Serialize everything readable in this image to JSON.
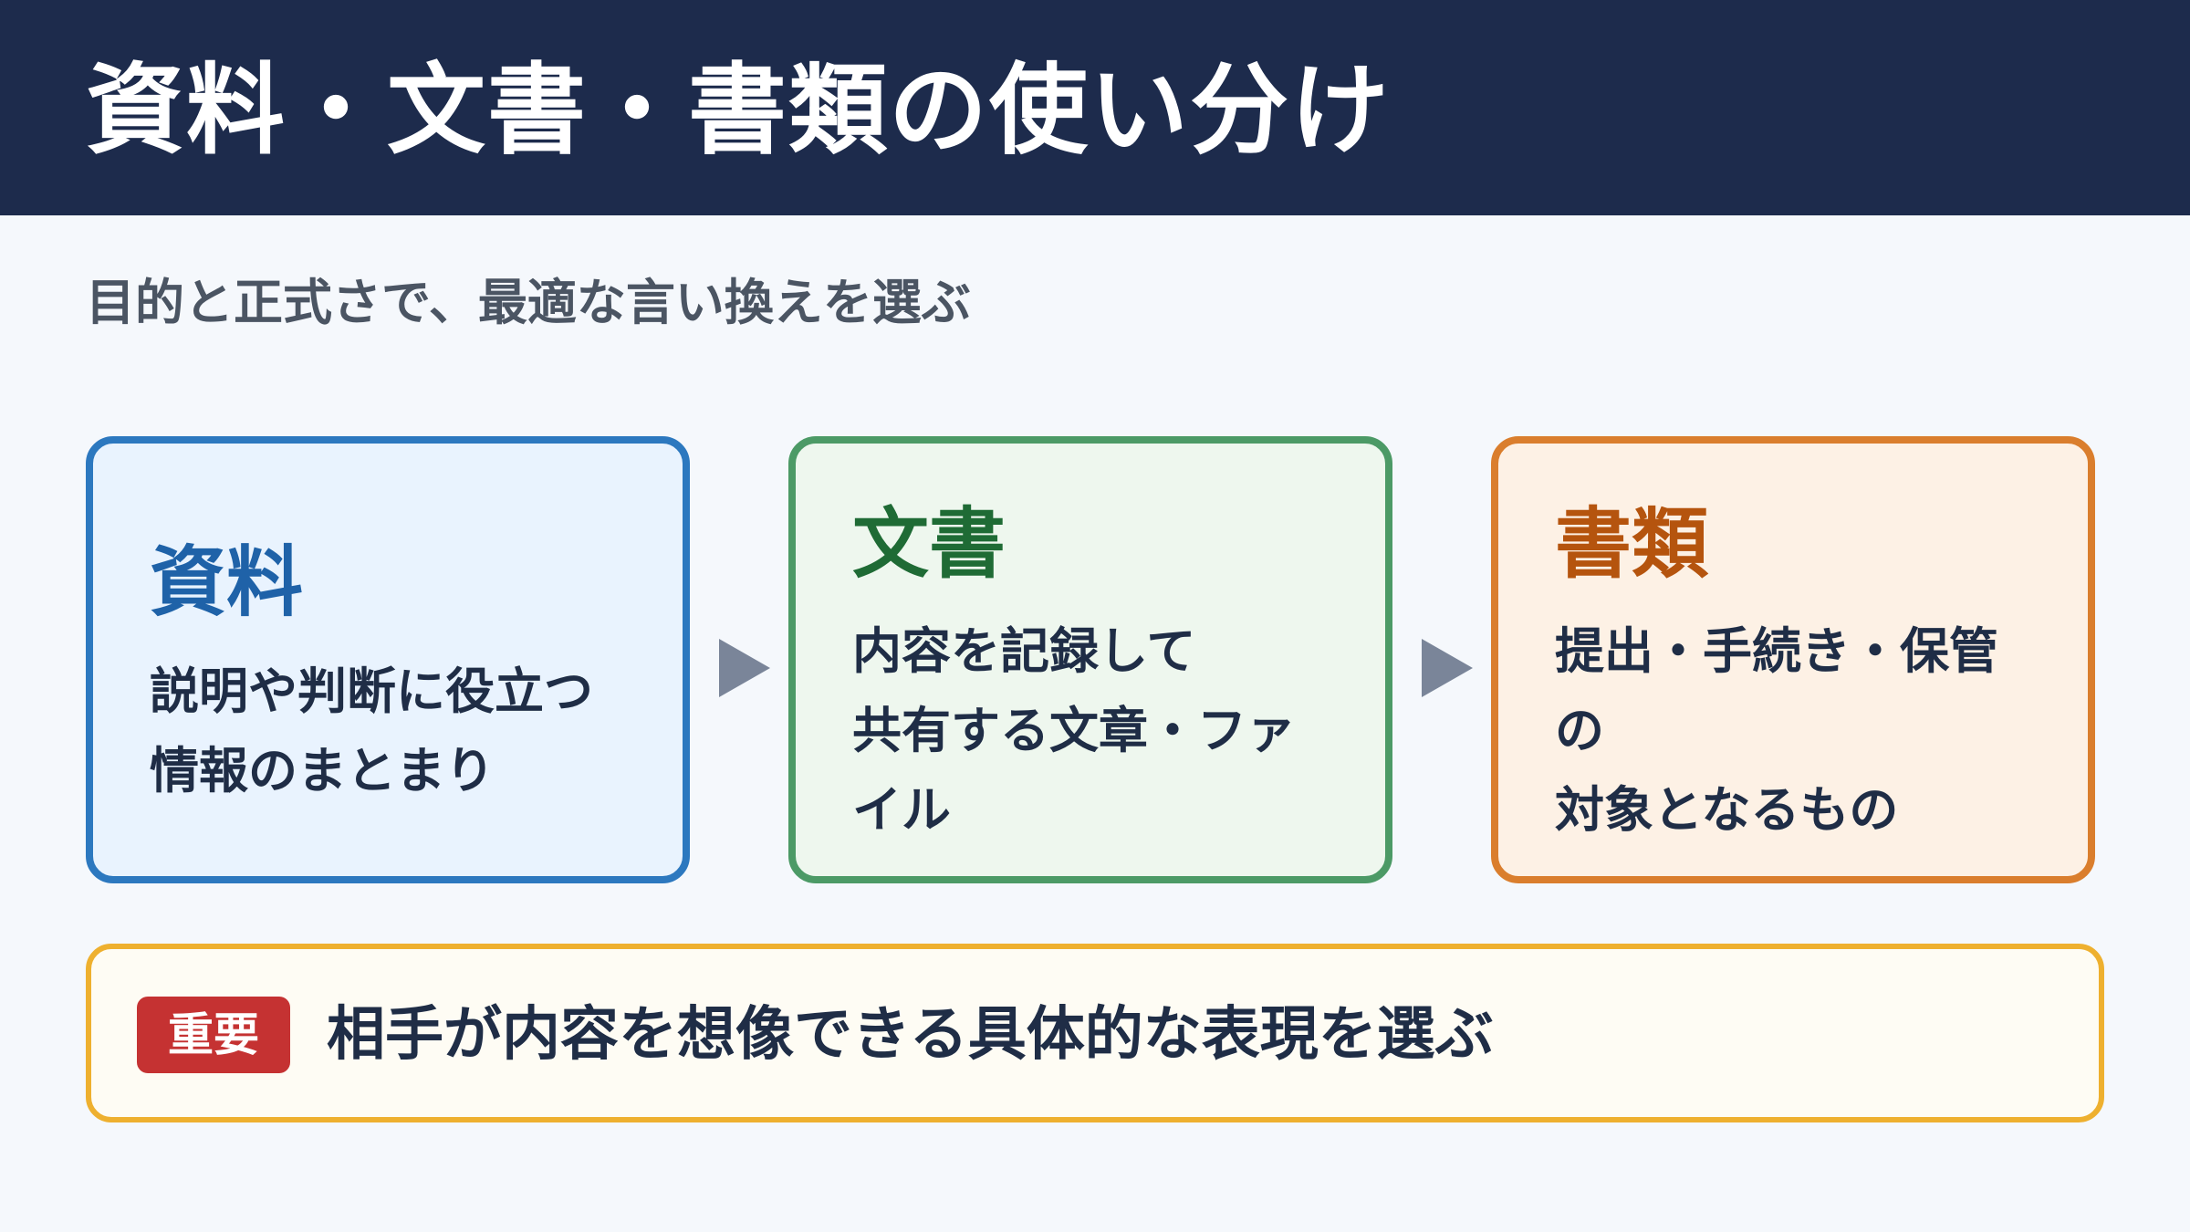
{
  "header": {
    "title": "資料・文書・書類の使い分け"
  },
  "subtitle": "目的と正式さで、最適な言い換えを選ぶ",
  "cards": [
    {
      "title": "資料",
      "description": "説明や判断に役立つ\n情報のまとまり",
      "color": "#2c78bf"
    },
    {
      "title": "文書",
      "description": "内容を記録して\n共有する文章・ファ\nイル",
      "color": "#4c9a66"
    },
    {
      "title": "書類",
      "description": "提出・手続き・保管\nの\n対象となるもの",
      "color": "#da7e2d"
    }
  ],
  "arrows": [
    "arrow-right-icon",
    "arrow-right-icon"
  ],
  "note": {
    "badge": "重要",
    "text": "相手が内容を想像できる具体的な表現を選ぶ",
    "border_color": "#eeb02f",
    "badge_color": "#c53232"
  }
}
